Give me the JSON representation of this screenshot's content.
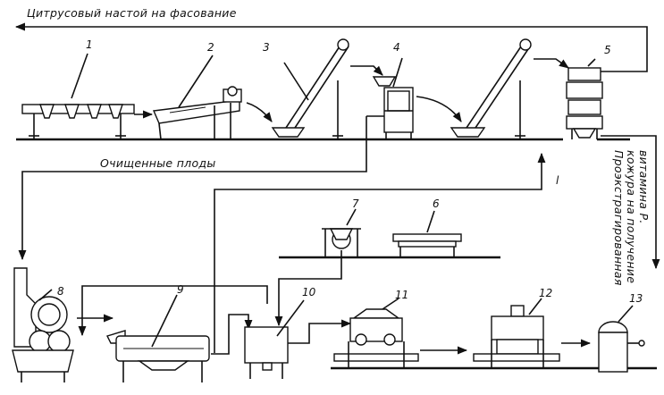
{
  "captions": {
    "top_flow": "Цитрусовый настой на фасование",
    "peeled_fruit": "Очищенные плоды",
    "side_line_1": "Проэкстрагированная",
    "side_line_2": "кожура на получение",
    "side_line_3": "витамина Р."
  },
  "equipment_numbers": [
    "1",
    "2",
    "3",
    "4",
    "5",
    "6",
    "7",
    "8",
    "9",
    "10",
    "11",
    "12",
    "13"
  ],
  "stray_mark": "l"
}
